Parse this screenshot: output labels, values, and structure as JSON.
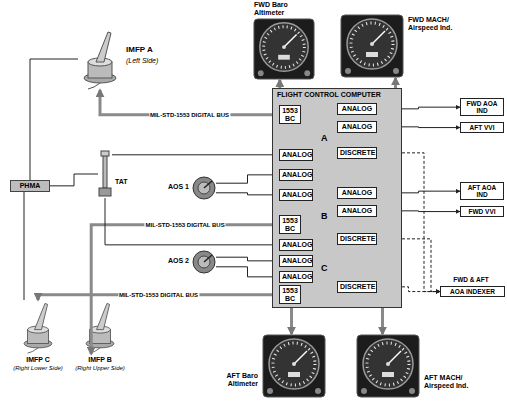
{
  "diagram": {
    "nodes": [
      {
        "text": [
          "FWD Baro Altimeter"
        ]
      },
      {
        "text": [
          "FWD MACH/ Airspeed Ind."
        ]
      },
      {
        "text": [
          "IMFP A",
          "(Left Side)"
        ]
      },
      {
        "text": [
          "FLIGHT CONTROL COMPUTER"
        ]
      },
      {
        "text": [
          "1553 BC"
        ],
        "in": 3
      },
      {
        "text": [
          "ANALOG"
        ],
        "in": 3
      },
      {
        "text": [
          "ANALOG"
        ],
        "in": 3
      },
      {
        "text": [
          "ANALOG"
        ],
        "in": 3
      },
      {
        "text": [
          "1553 BC"
        ],
        "in": 3
      },
      {
        "text": [
          "ANALOG"
        ],
        "in": 3
      },
      {
        "text": [
          "ANALOG"
        ],
        "in": 3
      },
      {
        "text": [
          "ANALOG"
        ],
        "in": 3
      },
      {
        "text": [
          "1553 BC"
        ],
        "in": 3
      },
      {
        "text": [
          "ANALOG"
        ],
        "in": 3
      },
      {
        "text": [
          "ANALOG"
        ],
        "in": 3
      },
      {
        "text": [
          "DISCRETE"
        ],
        "in": 3
      },
      {
        "text": [
          "ANALOG"
        ],
        "in": 3
      },
      {
        "text": [
          "ANALOG"
        ],
        "in": 3
      },
      {
        "text": [
          "DISCRETE"
        ],
        "in": 3
      },
      {
        "text": [
          "DISCRETE"
        ],
        "in": 3
      },
      {
        "text": [
          "PHMA"
        ]
      },
      {
        "text": [
          "TAT"
        ]
      },
      {
        "text": [
          "AOS 1"
        ]
      },
      {
        "text": [
          "AOS 2"
        ]
      },
      {
        "text": [
          "FWD AOA IND"
        ]
      },
      {
        "text": [
          "AFT VVI"
        ]
      },
      {
        "text": [
          "AFT AOA IND"
        ]
      },
      {
        "text": [
          "FWD VVI"
        ]
      },
      {
        "text": [
          "FWD & AFT",
          "AOA INDEXER"
        ]
      },
      {
        "text": [
          "IMFP C",
          "(Right Lower Side)"
        ]
      },
      {
        "text": [
          "IMFP B",
          "(Right Upper Side)"
        ]
      },
      {
        "text": [
          "AFT Baro Altimeter"
        ]
      },
      {
        "text": [
          "AFT MACH/ Airspeed Ind."
        ]
      }
    ],
    "edges": [
      {
        "from": 4,
        "to": 2,
        "arrow": "both",
        "label": "MIL-STD-1553 DIGITAL BUS"
      },
      {
        "from": 8,
        "to": 30,
        "arrow": "both",
        "label": "MIL-STD-1553 DIGITAL BUS"
      },
      {
        "from": 12,
        "to": 29,
        "arrow": "both",
        "label": "MIL-STD-1553 DIGITAL BUS"
      },
      {
        "from": 3,
        "to": 0,
        "arrow": "to"
      },
      {
        "from": 3,
        "to": 1,
        "arrow": "to"
      },
      {
        "from": 3,
        "to": 31,
        "arrow": "to"
      },
      {
        "from": 3,
        "to": 32,
        "arrow": "to"
      },
      {
        "from": 20,
        "to": 2,
        "arrow": "none"
      },
      {
        "from": 20,
        "to": 21,
        "arrow": "none"
      },
      {
        "from": 20,
        "to": 29,
        "arrow": "none"
      },
      {
        "from": 21,
        "to": 5,
        "arrow": "to"
      },
      {
        "from": 21,
        "to": 9,
        "arrow": "to"
      },
      {
        "from": 22,
        "to": 6,
        "arrow": "to"
      },
      {
        "from": 22,
        "to": 7,
        "arrow": "to"
      },
      {
        "from": 23,
        "to": 10,
        "arrow": "to"
      },
      {
        "from": 23,
        "to": 11,
        "arrow": "to"
      },
      {
        "from": 13,
        "to": 24,
        "arrow": "to"
      },
      {
        "from": 14,
        "to": 25,
        "arrow": "to"
      },
      {
        "from": 16,
        "to": 26,
        "arrow": "to"
      },
      {
        "from": 17,
        "to": 27,
        "arrow": "to"
      },
      {
        "from": 15,
        "to": 28,
        "arrow": "to"
      },
      {
        "from": 18,
        "to": 28,
        "arrow": "to"
      },
      {
        "from": 19,
        "to": 28,
        "arrow": "to"
      }
    ],
    "labels": [
      "A",
      "B",
      "C"
    ]
  }
}
